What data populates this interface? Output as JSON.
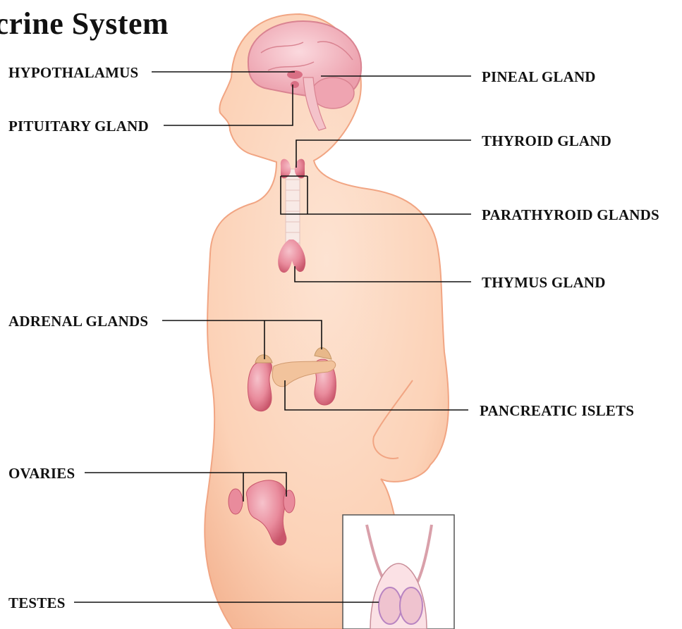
{
  "title": "ocrine System",
  "labels": {
    "hypothalamus": "HYPOTHALAMUS",
    "pituitary": "PITUITARY GLAND",
    "pineal": "PINEAL GLAND",
    "thyroid": "THYROID GLAND",
    "parathyroid": "PARATHYROID GLANDS",
    "thymus": "THYMUS GLAND",
    "adrenal": "ADRENAL GLANDS",
    "pancreatic": "PANCREATIC ISLETS",
    "ovaries": "OVARIES",
    "testes": "TESTES"
  },
  "colors": {
    "skin": "#fcd2b7",
    "skin_edge": "#f1a583",
    "gland": "#e98b9c",
    "gland_dark": "#c9566b",
    "brain": "#f3b0bb",
    "line": "#111111"
  }
}
